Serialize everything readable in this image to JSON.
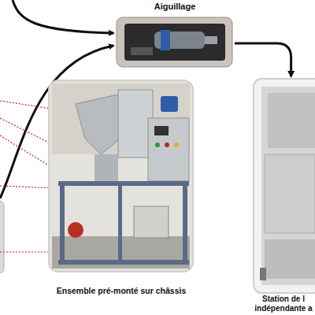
{
  "diagram": {
    "nodes": [
      {
        "text": [
          "Aiguillage"
        ]
      },
      {
        "text": [
          "Ensemble pré-monté sur châssis"
        ]
      },
      {
        "text": [
          "Station de l indépendante a"
        ]
      }
    ],
    "edges": [
      {
        "from": 0,
        "to": 2,
        "arrow": "to"
      }
    ]
  }
}
